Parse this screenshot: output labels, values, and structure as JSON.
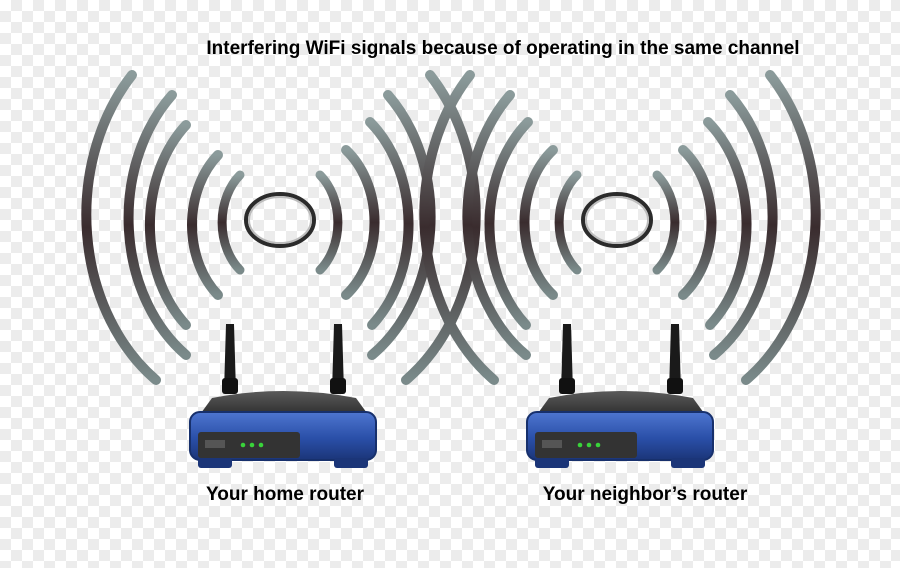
{
  "title": "Interfering WiFi signals because of operating in the same channel",
  "routers": [
    {
      "caption": "Your home router"
    },
    {
      "caption": "Your neighbor’s router"
    }
  ],
  "colors": {
    "router_body": "#2a4fa8",
    "router_top": "#3c3c3c",
    "antenna": "#1a1a1a",
    "led": "#39d33a",
    "wave_light": "#7e8e8e",
    "wave_dark": "#3a2c2e"
  }
}
